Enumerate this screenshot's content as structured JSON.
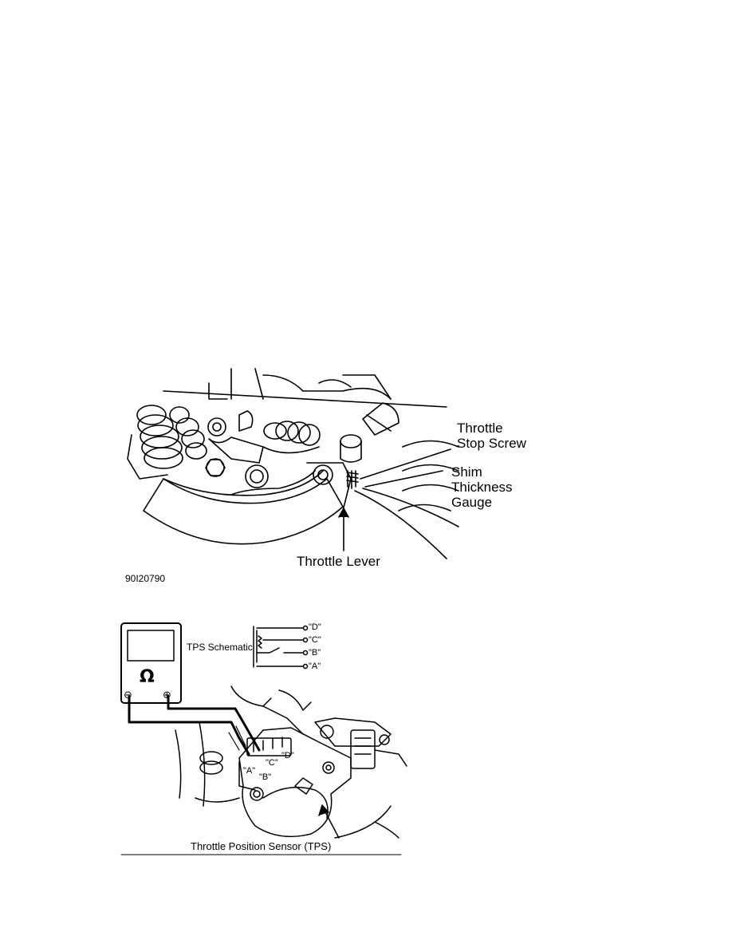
{
  "figure1": {
    "labels": {
      "throttle_stop_screw_line1": "Throttle",
      "throttle_stop_screw_line2": "Stop Screw",
      "shim_line1": "Shim",
      "shim_line2": "Thickness",
      "shim_line3": "Gauge",
      "throttle_lever": "Throttle Lever"
    },
    "figure_code": "90I20790"
  },
  "figure2": {
    "meter_symbol": "Ω",
    "meter_minus": "⊖",
    "meter_plus": "⊕",
    "schematic_title": "TPS Schematic",
    "schematic_terminals": [
      "\"D\"",
      "\"C\"",
      "\"B\"",
      "\"A\""
    ],
    "connector_terminals": [
      "\"A\"",
      "\"B\"",
      "\"C\"",
      "\"D\""
    ],
    "caption": "Throttle Position Sensor (TPS)"
  }
}
